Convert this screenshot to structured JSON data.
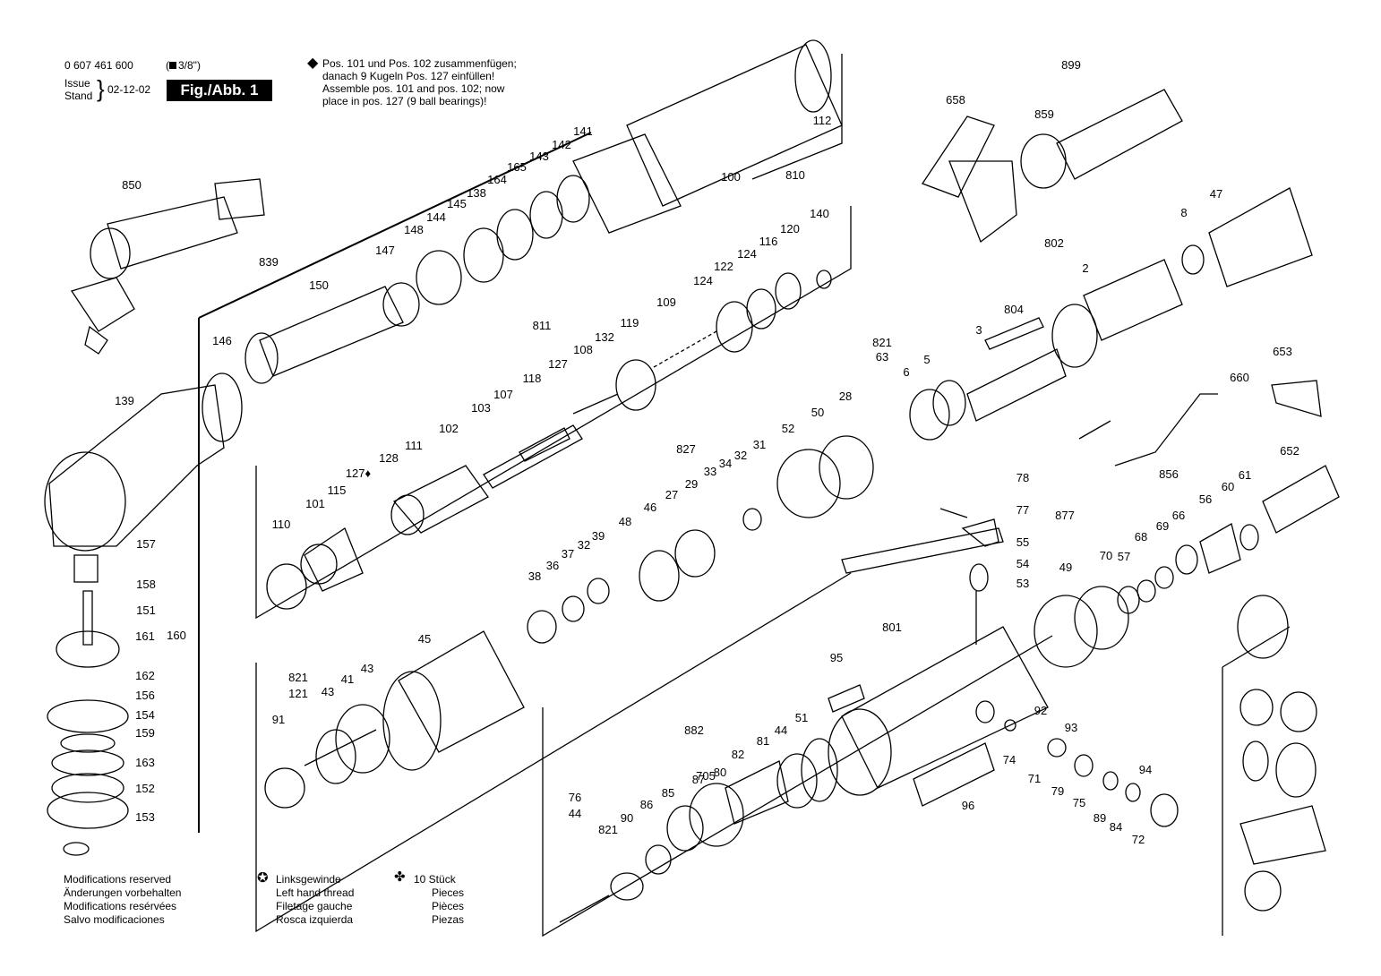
{
  "header": {
    "part_number": "0 607 461 600",
    "drive_size": "3/8\"",
    "issue_label": "Issue",
    "stand_label": "Stand",
    "issue_date": "02-12-02",
    "figure_label": "Fig./Abb. 1"
  },
  "assembly_note": {
    "lines": [
      "Pos. 101 und Pos. 102 zusammenfügen;",
      "danach 9 Kugeln Pos. 127 einfüllen!",
      "Assemble pos. 101 and pos. 102; now",
      "place in pos. 127 (9 ball bearings)!"
    ]
  },
  "footer": {
    "modifications": [
      "Modifications reserved",
      "Änderungen vorbehalten",
      "Modifications resérvées",
      "Salvo modificaciones"
    ],
    "left_hand_thread": [
      "Linksgewinde",
      "Left hand thread",
      "Filetage gauche",
      "Rosca izquierda"
    ],
    "pieces_count": "10 Stück",
    "pieces": [
      "Pieces",
      "Pièces",
      "Piezas"
    ]
  },
  "callouts": [
    "850",
    "839",
    "150",
    "147",
    "148",
    "144",
    "145",
    "138",
    "164",
    "165",
    "143",
    "142",
    "141",
    "100",
    "810",
    "112",
    "146",
    "139",
    "157",
    "158",
    "151",
    "161",
    "160",
    "162",
    "156",
    "154",
    "159",
    "163",
    "152",
    "153",
    "811",
    "127",
    "108",
    "132",
    "119",
    "109",
    "124",
    "122",
    "124",
    "116",
    "120",
    "140",
    "118",
    "107",
    "103",
    "102",
    "111",
    "128",
    "127♦",
    "115",
    "101",
    "110",
    "827",
    "27",
    "29",
    "33",
    "34",
    "32",
    "31",
    "52",
    "50",
    "28",
    "821",
    "63",
    "6",
    "5",
    "3",
    "804",
    "802",
    "2",
    "8",
    "47",
    "658",
    "899",
    "859",
    "653",
    "660",
    "652",
    "856",
    "61",
    "60",
    "56",
    "66",
    "69",
    "68",
    "57",
    "70",
    "49",
    "78",
    "77",
    "877",
    "55",
    "54",
    "53",
    "48",
    "46",
    "37",
    "32",
    "39",
    "38",
    "36",
    "45",
    "821",
    "121",
    "43",
    "41",
    "43",
    "91",
    "801",
    "95",
    "92",
    "93",
    "74",
    "71",
    "79",
    "75",
    "94",
    "89",
    "84",
    "72",
    "96",
    "51",
    "44",
    "81",
    "82",
    "882",
    "80",
    "87",
    "85",
    "86",
    "90",
    "821",
    "76",
    "44",
    "705"
  ]
}
